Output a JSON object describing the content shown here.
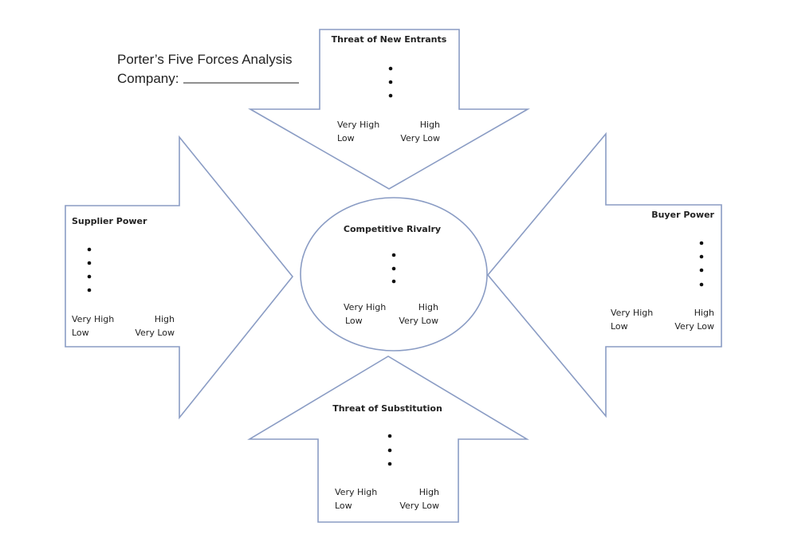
{
  "header": {
    "title": "Porter’s Five Forces Analysis",
    "company_label": "Company:",
    "company_value": ""
  },
  "rating_scale": {
    "row1_left": "Very High",
    "row1_right": "High",
    "row2_left": "Low",
    "row2_right": "Very Low"
  },
  "colors": {
    "outline": "#8a9cc4",
    "text": "#222222"
  },
  "forces": {
    "new_entrants": {
      "title": "Threat of New Entrants",
      "bullet_count": 3,
      "direction": "down"
    },
    "supplier": {
      "title": "Supplier Power",
      "bullet_count": 4,
      "direction": "right"
    },
    "rivalry": {
      "title": "Competitive Rivalry",
      "bullet_count": 3,
      "shape": "ellipse"
    },
    "buyer": {
      "title": "Buyer Power",
      "bullet_count": 4,
      "direction": "left"
    },
    "substitution": {
      "title": "Threat of Substitution",
      "bullet_count": 3,
      "direction": "up"
    }
  }
}
